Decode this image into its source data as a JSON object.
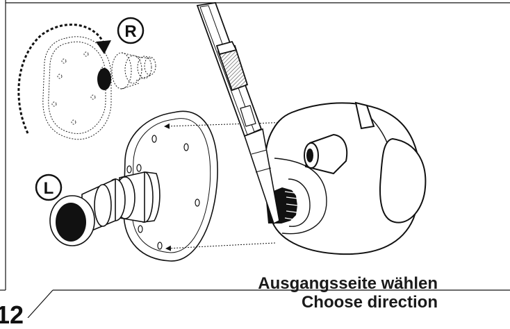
{
  "labels": {
    "right": "R",
    "left": "L"
  },
  "caption": {
    "line1": "Ausgangsseite wählen",
    "line2": "Choose direction"
  },
  "page_number": "12",
  "colors": {
    "ink": "#1a1a1a",
    "paper": "#ffffff",
    "hatch": "#555555"
  }
}
